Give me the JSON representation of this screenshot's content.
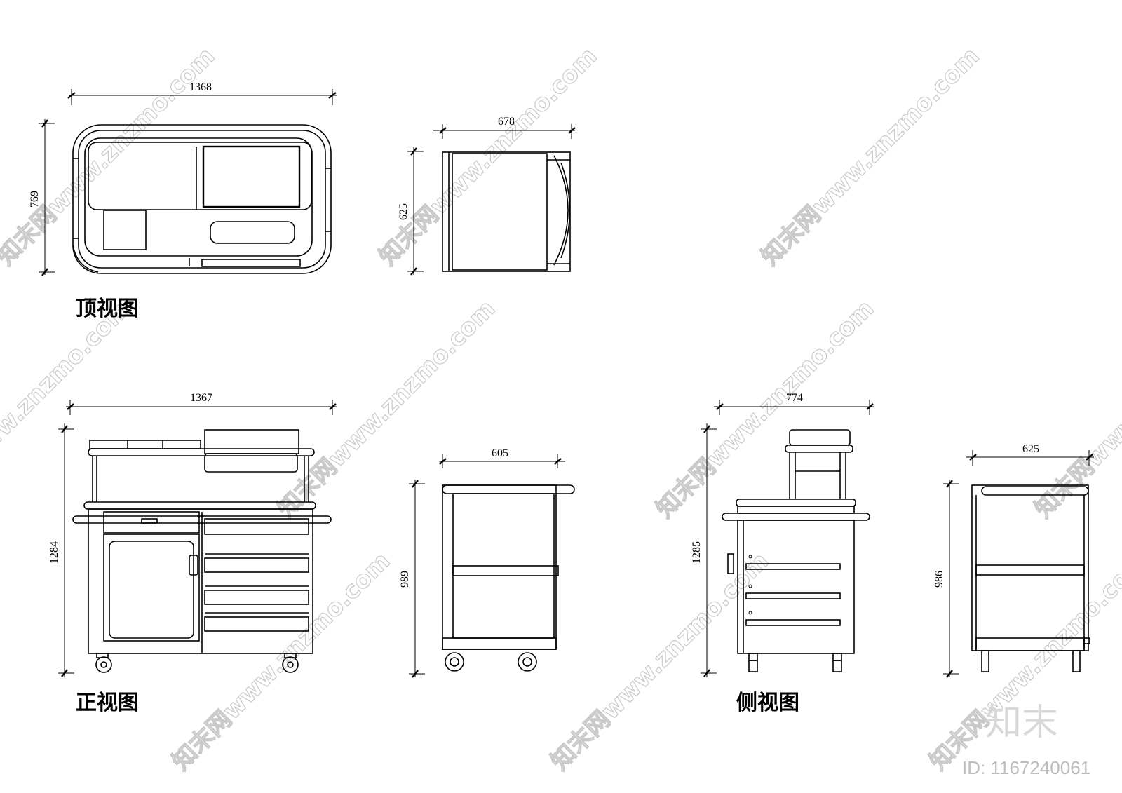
{
  "views": {
    "top": {
      "title": "顶视图",
      "width_main": "1368",
      "height_main": "769",
      "width_side": "678",
      "height_side": "625"
    },
    "front": {
      "title": "正视图",
      "width_main": "1367",
      "height_main": "1284",
      "width_side": "605",
      "height_side": "989"
    },
    "side": {
      "title": "侧视图",
      "width_main": "774",
      "height_main": "1285",
      "width_side": "625",
      "height_side": "986"
    }
  },
  "watermark": {
    "text": "知末网www.znzmo.com",
    "brand": "知末",
    "id": "ID: 1167240061"
  }
}
